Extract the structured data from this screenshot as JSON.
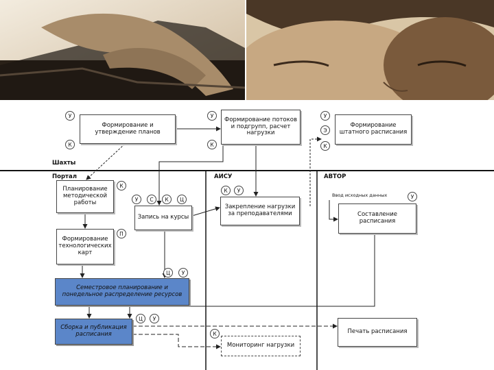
{
  "photos": {
    "left": {
      "name": "hands-on-keyboard-photo"
    },
    "right": {
      "name": "person-face-photo"
    }
  },
  "zones": {
    "top": "Шахты",
    "portal": "Портал",
    "aisu": "АИСУ",
    "avtor": "АВТОР"
  },
  "boxes": {
    "plans": "Формирование и утверждение планов",
    "streams": "Формирование потоков и подгрупп, расчет нагрузки",
    "staff": "Формирование штатного расписания",
    "method": "Планирование методической работы",
    "courses": "Запись на курсы",
    "assign": "Закрепление нагрузки за преподавателями",
    "compose": "Составление расписания",
    "techmaps": "Формирование технологических карт",
    "semester": "Семестровое планирование и понедельное распределение ресурсов",
    "publish": "Сборка и публикация расписания",
    "print": "Печать расписания",
    "monitor": "Мониторинг нагрузки"
  },
  "input_note": "Ввод исходных данных",
  "tags": {
    "u": "У",
    "k": "К",
    "s": "С",
    "ts": "Ц",
    "p": "П",
    "e": "Э"
  },
  "colors": {
    "accent_box": "#5b86c9",
    "photo_tone": "#b8a07a"
  }
}
